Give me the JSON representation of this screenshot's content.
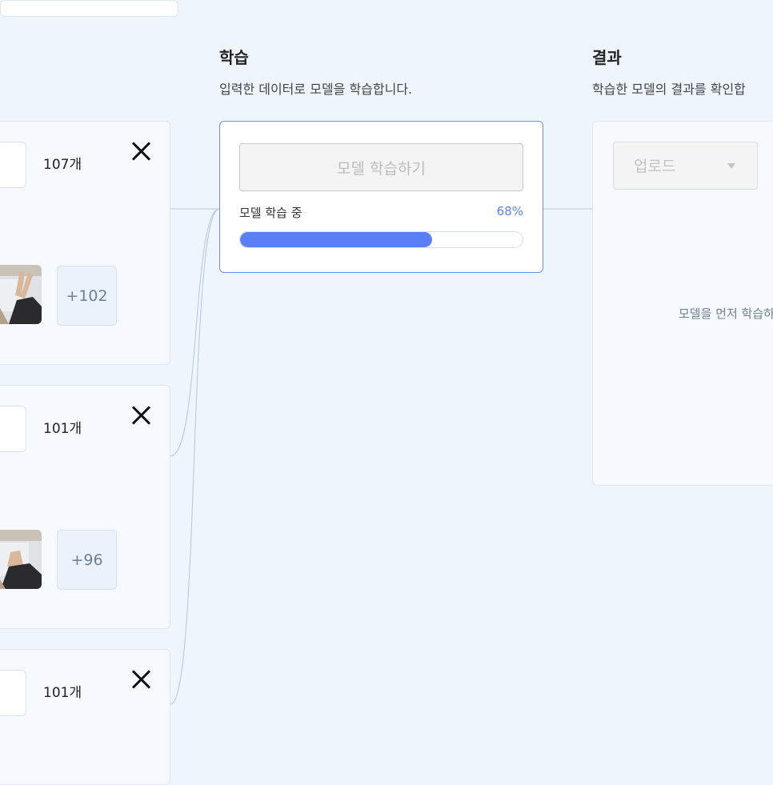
{
  "train_section": {
    "title": "학습",
    "description": "입력한 데이터로 모델을 학습합니다.",
    "button_label": "모델 학습하기",
    "status_text": "모델 학습 중",
    "progress_label": "68%",
    "progress": 0.68
  },
  "result_section": {
    "title": "결과",
    "description": "학습한 모델의 결과를 확인합",
    "upload_label": "업로드",
    "message": "모델을 먼저 학습하"
  },
  "classes": [
    {
      "count": "107개",
      "more": "+102"
    },
    {
      "count": "101개",
      "more": "+96"
    },
    {
      "count": "101개"
    }
  ],
  "colors": {
    "background": "#eef5fd",
    "accent": "#5b7ff5",
    "connector": "#b7c6d6"
  },
  "icons": {
    "close": "close-icon",
    "dropdown": "chevron-down-icon"
  }
}
